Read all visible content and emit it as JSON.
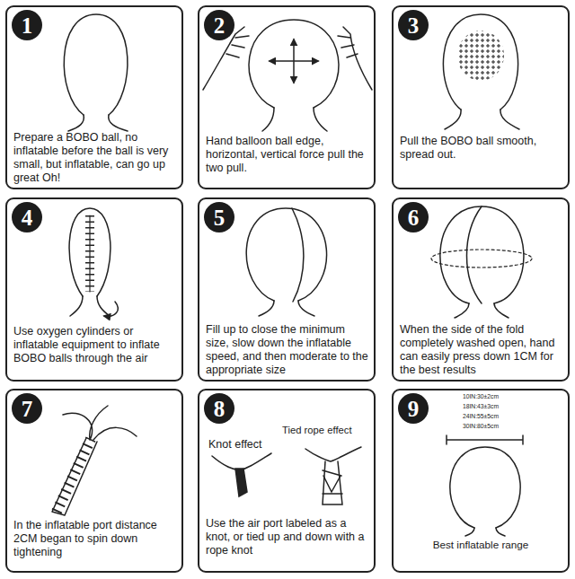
{
  "diagram": {
    "nodes": [
      {
        "text": [
          "Prepare a BOBO ball, no inflatable before the ball is very small, but inflatable, can go up great Oh!"
        ]
      },
      {
        "text": [
          "1"
        ],
        "in": 0
      },
      {
        "text": [
          "Hand balloon ball edge, horizontal, vertical force pull the two pull."
        ]
      },
      {
        "text": [
          "2"
        ],
        "in": 2
      },
      {
        "text": [
          "Pull the BOBO ball smooth, spread out."
        ]
      },
      {
        "text": [
          "3"
        ],
        "in": 4
      },
      {
        "text": [
          "Use oxygen cylinders or inflatable equipment to inflate BOBO balls through the air"
        ]
      },
      {
        "text": [
          "4"
        ],
        "in": 6
      },
      {
        "text": [
          "Fill up to close the minimum size, slow down the inflatable speed, and then moderate to the appropriate size"
        ]
      },
      {
        "text": [
          "5"
        ],
        "in": 8
      },
      {
        "text": [
          "When the side of the fold completely washed open, hand can easily press down 1CM for the best results"
        ]
      },
      {
        "text": [
          "6"
        ],
        "in": 10
      },
      {
        "text": [
          "In the inflatable port distance 2CM began to spin down tightening"
        ]
      },
      {
        "text": [
          "7"
        ],
        "in": 12
      },
      {
        "text": [
          "Knot effect",
          "Tied rope effect",
          "Use the air port labeled as a knot, or tied up and down with a rope knot"
        ]
      },
      {
        "text": [
          "8"
        ],
        "in": 14
      },
      {
        "text": [
          "10IN:30±2cm",
          "18IN:43±3cm",
          "24IN:55±5cm",
          "30IN:80±5cm",
          "Best inflatable range"
        ]
      },
      {
        "text": [
          "9"
        ],
        "in": 16
      }
    ]
  }
}
